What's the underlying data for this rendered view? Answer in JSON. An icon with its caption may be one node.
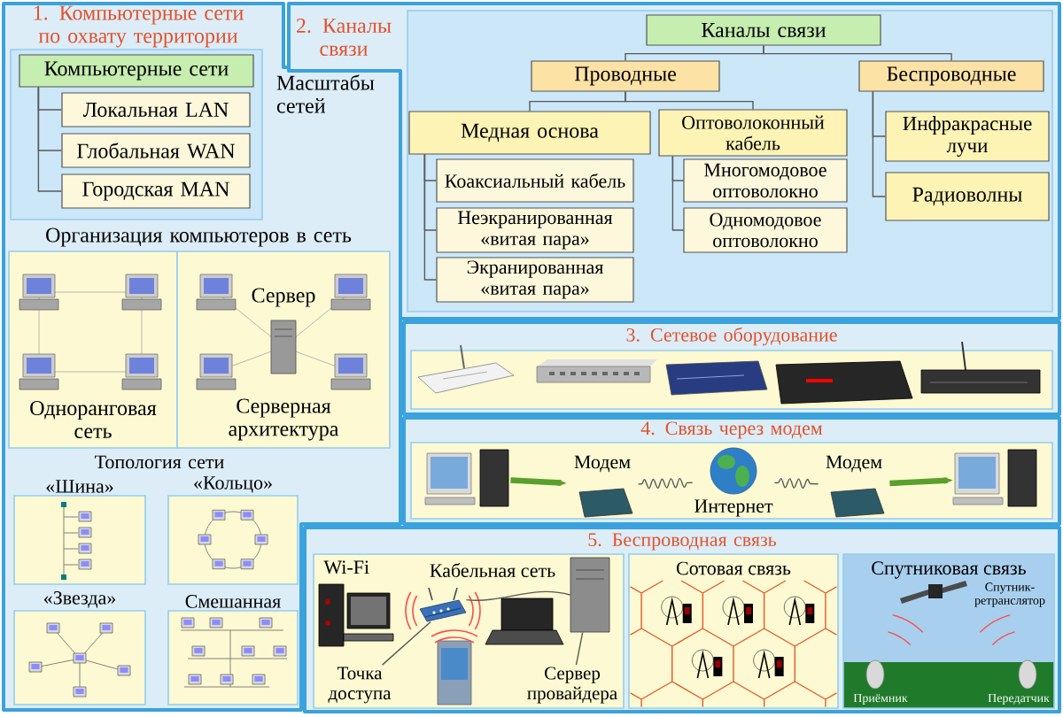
{
  "diagram": {
    "nodes": [
      {
        "text": [
          "1. Компьютерные сети по охвату территории",
          "Масштабы сетей",
          "Организация компьютеров в сеть",
          "Топология сети"
        ]
      },
      {
        "text": [
          "Компьютерные сети"
        ],
        "in": 0
      },
      {
        "text": [
          "Локальная LAN"
        ],
        "in": 0
      },
      {
        "text": [
          "Глобальная WAN"
        ],
        "in": 0
      },
      {
        "text": [
          "Городская MAN"
        ],
        "in": 0
      },
      {
        "text": [
          "Одноранговая сеть"
        ],
        "in": 0
      },
      {
        "text": [
          "Сервер",
          "Серверная архитектура"
        ],
        "in": 0
      },
      {
        "text": [
          "«Шина»"
        ],
        "in": 0
      },
      {
        "text": [
          "«Кольцо»"
        ],
        "in": 0
      },
      {
        "text": [
          "«Звезда»"
        ],
        "in": 0
      },
      {
        "text": [
          "Смешанная"
        ],
        "in": 0
      },
      {
        "text": [
          "2. Каналы связи"
        ]
      },
      {
        "text": [
          "Каналы связи"
        ],
        "in": 11
      },
      {
        "text": [
          "Проводные"
        ],
        "in": 11
      },
      {
        "text": [
          "Беспроводные"
        ],
        "in": 11
      },
      {
        "text": [
          "Медная основа"
        ],
        "in": 11
      },
      {
        "text": [
          "Оптоволоконный кабель"
        ],
        "in": 11
      },
      {
        "text": [
          "Коаксиальный кабель"
        ],
        "in": 11
      },
      {
        "text": [
          "Неэкранированная «витая пара»"
        ],
        "in": 11
      },
      {
        "text": [
          "Экранированная «витая пара»"
        ],
        "in": 11
      },
      {
        "text": [
          "Многомодовое оптоволокно"
        ],
        "in": 11
      },
      {
        "text": [
          "Одномодовое оптоволокно"
        ],
        "in": 11
      },
      {
        "text": [
          "Инфракрасные лучи"
        ],
        "in": 11
      },
      {
        "text": [
          "Радиоволны"
        ],
        "in": 11
      },
      {
        "text": [
          "3. Сетевое оборудование"
        ]
      },
      {
        "text": [
          "4. Связь через модем"
        ]
      },
      {
        "text": [],
        "shape": "picture",
        "in": 25
      },
      {
        "text": [
          "Модем"
        ],
        "in": 25
      },
      {
        "text": [
          "Интернет"
        ],
        "in": 25
      },
      {
        "text": [
          "Модем"
        ],
        "in": 25
      },
      {
        "text": [],
        "shape": "picture",
        "in": 25
      },
      {
        "text": [
          "5. Беспроводная связь"
        ]
      },
      {
        "text": [
          "Wi-Fi"
        ],
        "in": 31
      },
      {
        "text": [
          "Точка доступа"
        ],
        "in": 32
      },
      {
        "text": [],
        "shape": "picture",
        "in": 32
      },
      {
        "text": [],
        "shape": "picture",
        "in": 32
      },
      {
        "text": [
          "Сервер провайдера"
        ],
        "in": 32
      },
      {
        "text": [
          "Сотовая связь"
        ],
        "in": 31
      },
      {
        "text": [
          "Спутниковая связь",
          "Спутник-ретранслятор",
          "Приёмник",
          "Передатчик"
        ],
        "in": 31
      }
    ],
    "edges": [
      {
        "from": 1,
        "to": 2,
        "arrow": "none"
      },
      {
        "from": 1,
        "to": 3,
        "arrow": "none"
      },
      {
        "from": 1,
        "to": 4,
        "arrow": "none"
      },
      {
        "from": 12,
        "to": 13,
        "arrow": "none"
      },
      {
        "from": 12,
        "to": 14,
        "arrow": "none"
      },
      {
        "from": 13,
        "to": 15,
        "arrow": "none"
      },
      {
        "from": 13,
        "to": 16,
        "arrow": "none"
      },
      {
        "from": 15,
        "to": 17,
        "arrow": "none"
      },
      {
        "from": 15,
        "to": 18,
        "arrow": "none"
      },
      {
        "from": 15,
        "to": 19,
        "arrow": "none"
      },
      {
        "from": 16,
        "to": 20,
        "arrow": "none"
      },
      {
        "from": 16,
        "to": 21,
        "arrow": "none"
      },
      {
        "from": 14,
        "to": 22,
        "arrow": "none"
      },
      {
        "from": 14,
        "to": 23,
        "arrow": "none"
      },
      {
        "from": 26,
        "to": 27,
        "arrow": "to",
        "style": "thick",
        "color": "#5aa02c"
      },
      {
        "from": 27,
        "to": 28,
        "arrow": "none"
      },
      {
        "from": 28,
        "to": 29,
        "arrow": "none"
      },
      {
        "from": 29,
        "to": 30,
        "arrow": "to",
        "style": "thick",
        "color": "#5aa02c"
      },
      {
        "from": 33,
        "to": 34,
        "arrow": "none"
      },
      {
        "from": 34,
        "to": 35,
        "arrow": "none",
        "label": "Кабельная сеть"
      },
      {
        "from": 36,
        "to": 35,
        "arrow": "none"
      }
    ]
  }
}
